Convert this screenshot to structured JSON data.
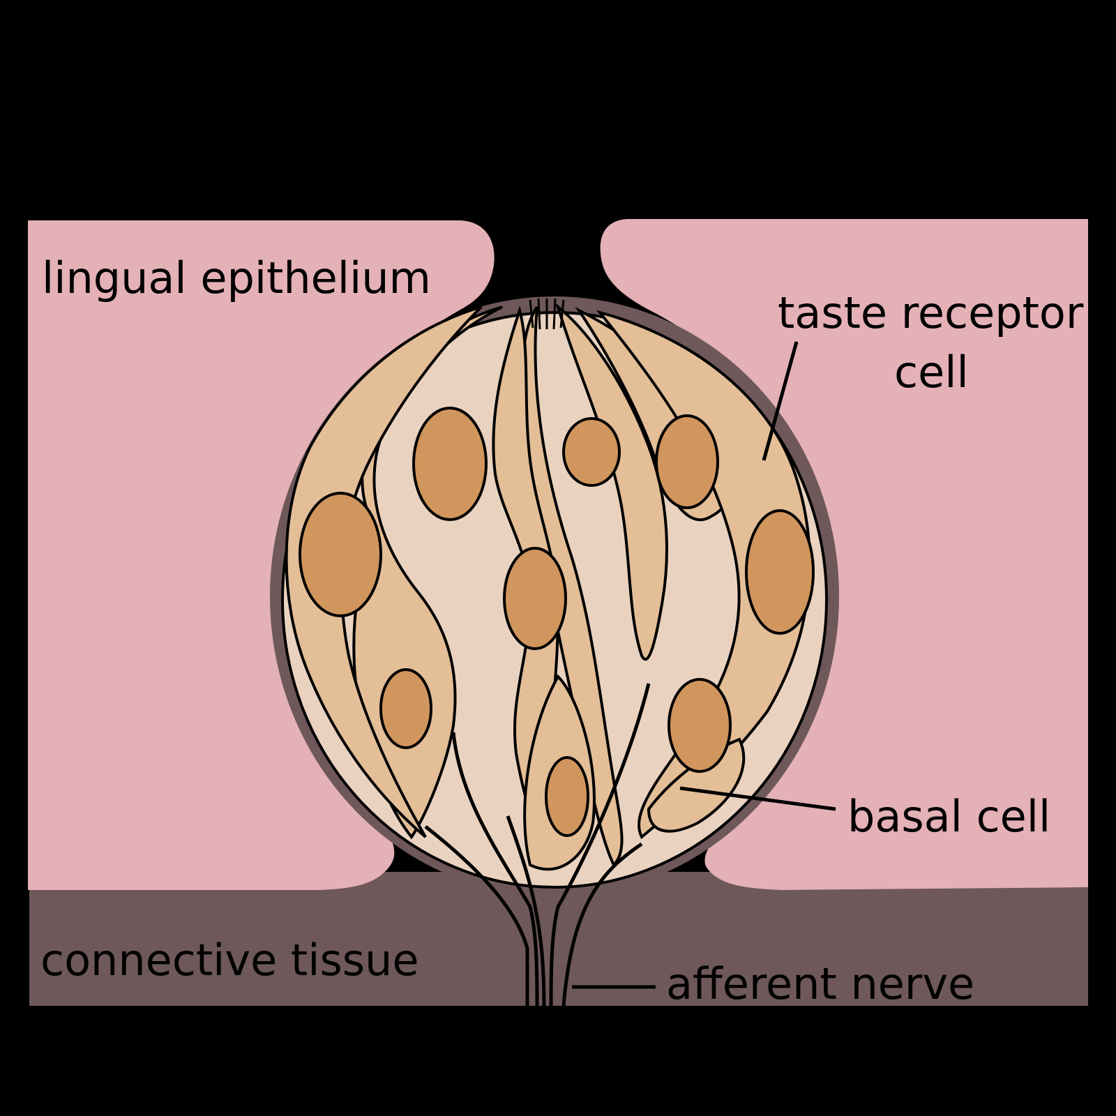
{
  "labels": {
    "lingual_epithelium": "lingual epithelium",
    "taste_receptor_line1": "taste receptor",
    "taste_receptor_line2": "cell",
    "basal_cell": "basal cell",
    "connective_tissue": "connective tissue",
    "afferent_nerve": "afferent nerve"
  },
  "colors": {
    "background": "#000000",
    "epithelium": "#E4B1B6",
    "connective_tissue": "#6E585A",
    "bud_outline": "#6E585A",
    "bud_interior": "#E9D3C0",
    "cell": "#E3BE97",
    "nucleus": "#D1965D",
    "line": "#000000"
  }
}
